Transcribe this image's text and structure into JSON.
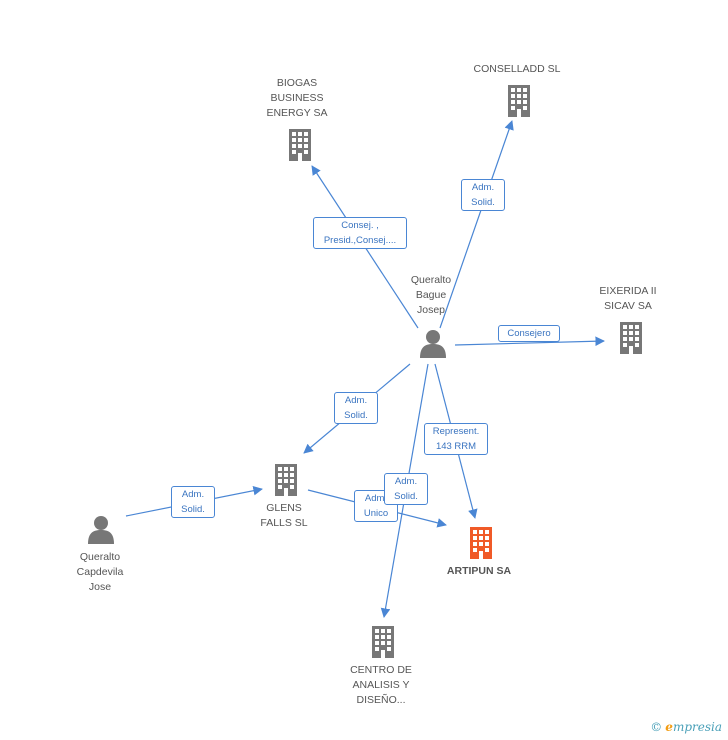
{
  "colors": {
    "edge": "#4a86d4",
    "company": "#777777",
    "main_company": "#f05a28",
    "person": "#777777"
  },
  "nodes": {
    "biogas": {
      "label": "BIOGAS\nBUSINESS\nENERGY SA",
      "icon": "building-icon"
    },
    "conselladd": {
      "label": "CONSELLADD SL",
      "icon": "building-icon"
    },
    "eixerida": {
      "label": "EIXERIDA II\nSICAV SA",
      "icon": "building-icon"
    },
    "queralto_bague": {
      "label": "Queralto\nBague\nJosep",
      "icon": "person-icon"
    },
    "glens": {
      "label": "GLENS\nFALLS SL",
      "icon": "building-icon"
    },
    "queralto_capdevila": {
      "label": "Queralto\nCapdevila\nJose",
      "icon": "person-icon"
    },
    "artipun": {
      "label": "ARTIPUN SA",
      "icon": "building-icon"
    },
    "centro": {
      "label": "CENTRO DE\nANALISIS Y\nDISEÑO...",
      "icon": "building-icon"
    }
  },
  "edges": {
    "to_biogas": "Consej. ,\nPresid.,Consej....",
    "to_conselladd": "Adm.\nSolid.",
    "to_eixerida": "Consejero",
    "to_glens": "Adm.\nSolid.",
    "to_artipun_represent": "Represent.\n143 RRM",
    "capdevila_to_glens": "Adm.\nSolid.",
    "glens_to_artipun": "Adm.\nUnico",
    "to_centro": "Adm.\nSolid."
  },
  "brand": {
    "copyright": "©",
    "e": "e",
    "name": "mpresia"
  }
}
